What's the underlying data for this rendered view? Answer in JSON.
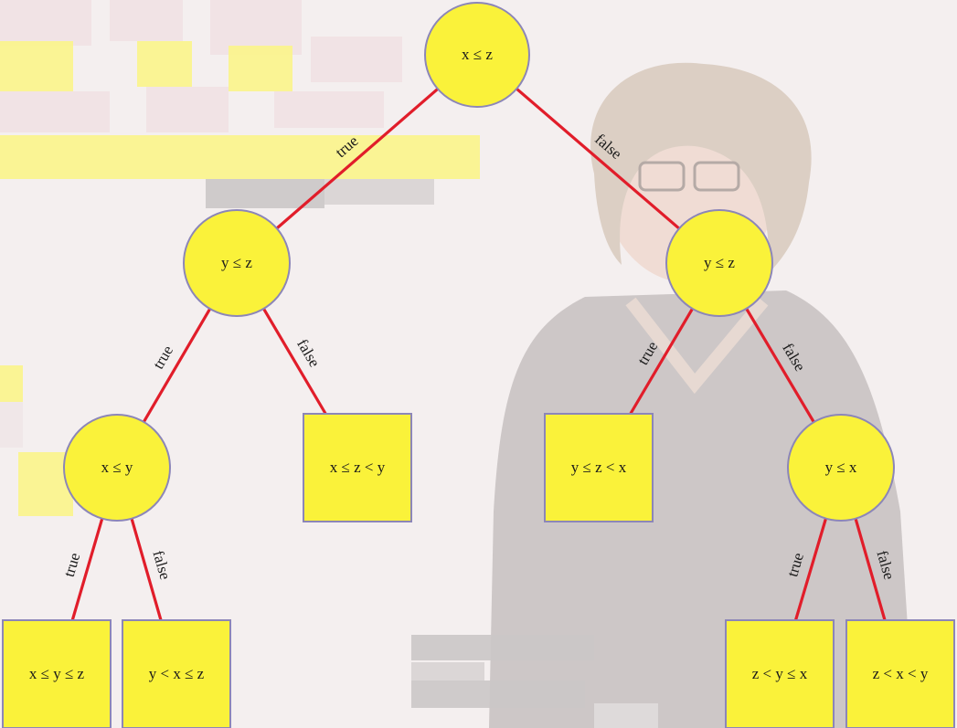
{
  "colors": {
    "background": "#f4efef",
    "node_fill": "#faf23a",
    "node_stroke": "#8c86b8",
    "edge": "#e11d2a",
    "text": "#1a1a1a",
    "shirt": "#c5c0c0",
    "hair": "#dccfc4",
    "skin": "#f0dcd4",
    "pixel_yellow": "#fbf48a",
    "pixel_gray": "#cbc6c6",
    "pixel_pink": "#f1e1e3"
  },
  "tree": {
    "nodes": [
      {
        "id": "n1",
        "shape": "circle",
        "label": "x ≤ z"
      },
      {
        "id": "n2",
        "shape": "circle",
        "label": "y ≤ z"
      },
      {
        "id": "n3",
        "shape": "circle",
        "label": "y ≤ z"
      },
      {
        "id": "n4",
        "shape": "circle",
        "label": "x ≤ y"
      },
      {
        "id": "n5",
        "shape": "square",
        "label": "x ≤ z < y"
      },
      {
        "id": "n6",
        "shape": "square",
        "label": "y ≤ z < x"
      },
      {
        "id": "n7",
        "shape": "circle",
        "label": "y ≤ x"
      },
      {
        "id": "n8",
        "shape": "square",
        "label": "x ≤ y ≤ z"
      },
      {
        "id": "n9",
        "shape": "square",
        "label": "y < x ≤ z"
      },
      {
        "id": "n10",
        "shape": "square",
        "label": "z < y ≤ x"
      },
      {
        "id": "n11",
        "shape": "square",
        "label": "z < x < y"
      }
    ],
    "edges": [
      {
        "from": "n1",
        "to": "n2",
        "label": "true"
      },
      {
        "from": "n1",
        "to": "n3",
        "label": "false"
      },
      {
        "from": "n2",
        "to": "n4",
        "label": "true"
      },
      {
        "from": "n2",
        "to": "n5",
        "label": "false"
      },
      {
        "from": "n3",
        "to": "n6",
        "label": "true"
      },
      {
        "from": "n3",
        "to": "n7",
        "label": "false"
      },
      {
        "from": "n4",
        "to": "n8",
        "label": "true"
      },
      {
        "from": "n4",
        "to": "n9",
        "label": "false"
      },
      {
        "from": "n7",
        "to": "n10",
        "label": "true"
      },
      {
        "from": "n7",
        "to": "n11",
        "label": "false"
      }
    ]
  }
}
